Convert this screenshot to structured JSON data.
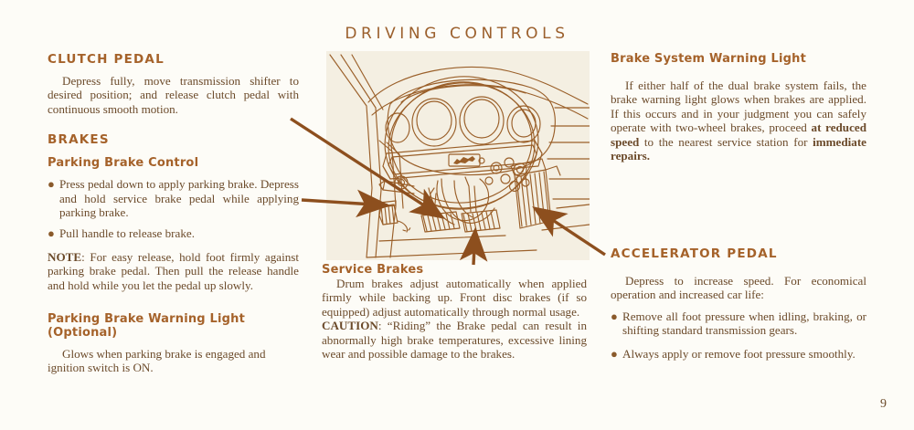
{
  "document": {
    "title": "DRIVING CONTROLS",
    "page_number": "9",
    "colors": {
      "heading": "#a5622a",
      "body_text": "#6b4a2a",
      "page_background": "#fdfcf7",
      "illustration_background": "#f4efe2",
      "line_art": "#9a5f29",
      "arrow": "#8d4f1e"
    }
  },
  "left_column": {
    "clutch_heading": "CLUTCH PEDAL",
    "clutch_body": "Depress fully, move transmission shifter to desired position; and release clutch pedal with continuous smooth motion.",
    "brakes_heading": "BRAKES",
    "parking_brake_control_heading": "Parking Brake Control",
    "parking_brake_bullets": [
      "Press pedal down to apply parking brake. Depress and hold service brake pedal while applying parking brake.",
      "Pull handle to release brake."
    ],
    "note_label": "NOTE",
    "note_body": ": For easy release, hold foot firmly against parking brake pedal. Then pull the release handle and hold while you let the pedal up slowly.",
    "parking_warning_heading_line1": "Parking Brake Warning Light",
    "parking_warning_heading_line2": "(Optional)",
    "parking_warning_body": "Glows when parking brake is engaged and ignition switch is ON."
  },
  "middle_column": {
    "service_brakes_heading": "Service Brakes",
    "service_brakes_body": "Drum brakes adjust automatically when applied firmly while backing up. Front disc brakes (if so equipped) adjust automatically through normal usage.",
    "caution_label": "CAUTION",
    "caution_body": ": “Riding” the Brake pedal can result in abnormally high brake temperatures, excessive lining wear and possible damage to the brakes."
  },
  "right_column": {
    "brake_warning_heading": "Brake System Warning Light",
    "brake_warning_body_part1": "If either half of the dual brake system fails, the brake warning light glows when brakes are applied. If this occurs and in your judgment you can safely operate with two-wheel brakes, proceed ",
    "brake_warning_bold1": "at reduced speed",
    "brake_warning_body_part2": " to the nearest service station for ",
    "brake_warning_bold2": "immediate repairs.",
    "accelerator_heading": "ACCELERATOR PEDAL",
    "accelerator_body": "Depress to increase speed. For economical operation and increased car life:",
    "accelerator_bullets": [
      "Remove all foot pressure when idling, braking, or shifting standard transmission gears.",
      "Always apply or remove foot pressure smoothly."
    ]
  },
  "illustration": {
    "description": "Line drawing of a Ford Mustang driver compartment showing steering wheel with horn bar and running-horse emblem, instrument cluster, steering column with switches, parking brake pedal, clutch pedal, brake pedal and accelerator pedal.",
    "labels": [
      "clutch-pedal",
      "parking-brake-pedal",
      "service-brake-pedal",
      "accelerator-pedal"
    ]
  }
}
